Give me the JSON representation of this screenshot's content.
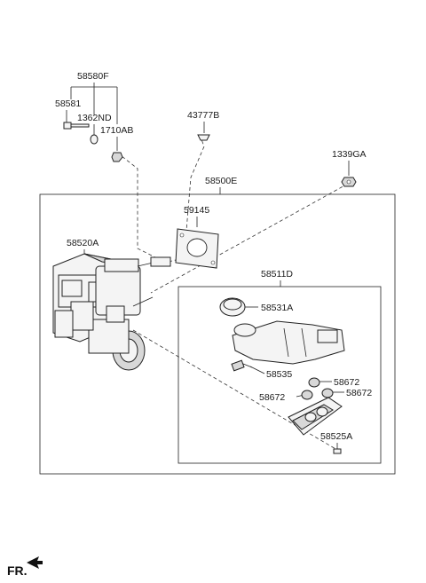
{
  "labels": {
    "p58580F": "58580F",
    "p58581": "58581",
    "p1362ND": "1362ND",
    "p1710AB": "1710AB",
    "p43777B": "43777B",
    "p1339GA": "1339GA",
    "p58500E": "58500E",
    "p59145": "59145",
    "p58520A": "58520A",
    "p58511D": "58511D",
    "p58531A": "58531A",
    "p58535": "58535",
    "p58672_top": "58672",
    "p58672_left": "58672",
    "p58672_right": "58672",
    "p58525A": "58525A"
  },
  "footer": {
    "direction_label": "FR."
  }
}
